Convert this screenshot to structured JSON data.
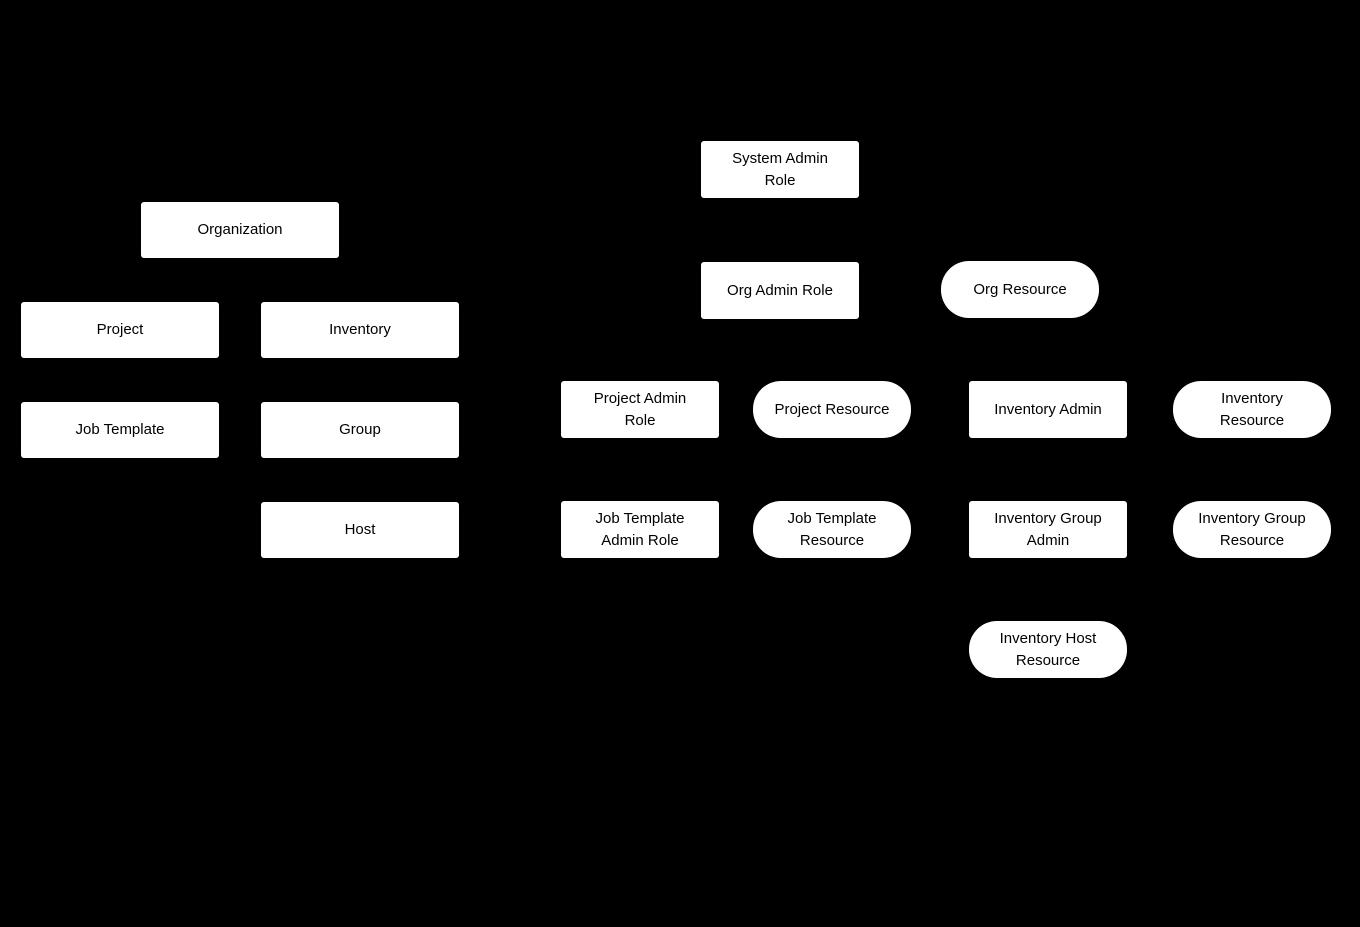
{
  "diagram": {
    "description": "RBAC roles and resources hierarchy diagram",
    "colors": {
      "background": "#000000",
      "node_fill": "#ffffff",
      "node_text": "#000000"
    },
    "nodes": {
      "organization": {
        "label": "Organization",
        "shape": "rectangle"
      },
      "project": {
        "label": "Project",
        "shape": "rectangle"
      },
      "inventory": {
        "label": "Inventory",
        "shape": "rectangle"
      },
      "job_template": {
        "label": "Job Template",
        "shape": "rectangle"
      },
      "group": {
        "label": "Group",
        "shape": "rectangle"
      },
      "host": {
        "label": "Host",
        "shape": "rectangle"
      },
      "system_admin_role": {
        "label": "System Admin Role",
        "shape": "rectangle"
      },
      "org_admin_role": {
        "label": "Org Admin Role",
        "shape": "rectangle"
      },
      "org_resource": {
        "label": "Org Resource",
        "shape": "pill"
      },
      "project_admin_role": {
        "label": "Project Admin Role",
        "shape": "rectangle"
      },
      "project_resource": {
        "label": "Project Resource",
        "shape": "pill"
      },
      "inventory_admin": {
        "label": "Inventory Admin",
        "shape": "rectangle"
      },
      "inventory_resource": {
        "label": "Inventory Resource",
        "shape": "pill"
      },
      "job_template_admin_role": {
        "label": "Job Template Admin Role",
        "shape": "rectangle"
      },
      "job_template_resource": {
        "label": "Job Template Resource",
        "shape": "pill"
      },
      "inventory_group_admin": {
        "label": "Inventory Group Admin",
        "shape": "rectangle"
      },
      "inventory_group_resource": {
        "label": "Inventory Group Resource",
        "shape": "pill"
      },
      "inventory_host_resource": {
        "label": "Inventory Host Resource",
        "shape": "pill"
      }
    }
  }
}
